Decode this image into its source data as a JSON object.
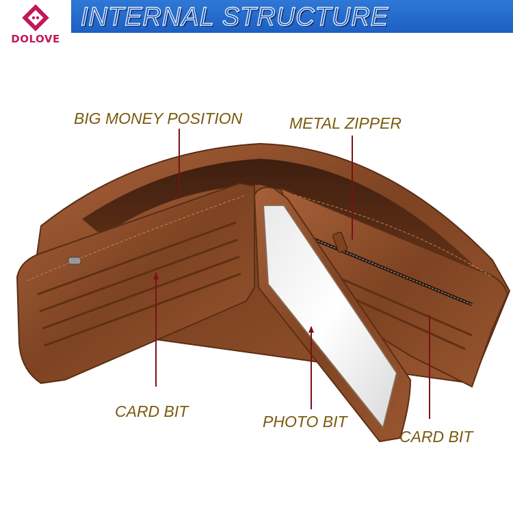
{
  "brand": {
    "name": "DOLOVE",
    "accent": "#c2185b"
  },
  "banner": {
    "title": "INTERNAL STRUCTURE",
    "color": "#1d5fc2"
  },
  "callouts": {
    "big_money": "BIG MONEY POSITION",
    "metal_zipper": "METAL ZIPPER",
    "card_bit_left": "CARD BIT",
    "photo_bit": "PHOTO BIT",
    "card_bit_right": "CARD BIT"
  },
  "colors": {
    "leather": "#8a4a22",
    "label": "#7a5a10",
    "pointer": "#7a1018"
  }
}
